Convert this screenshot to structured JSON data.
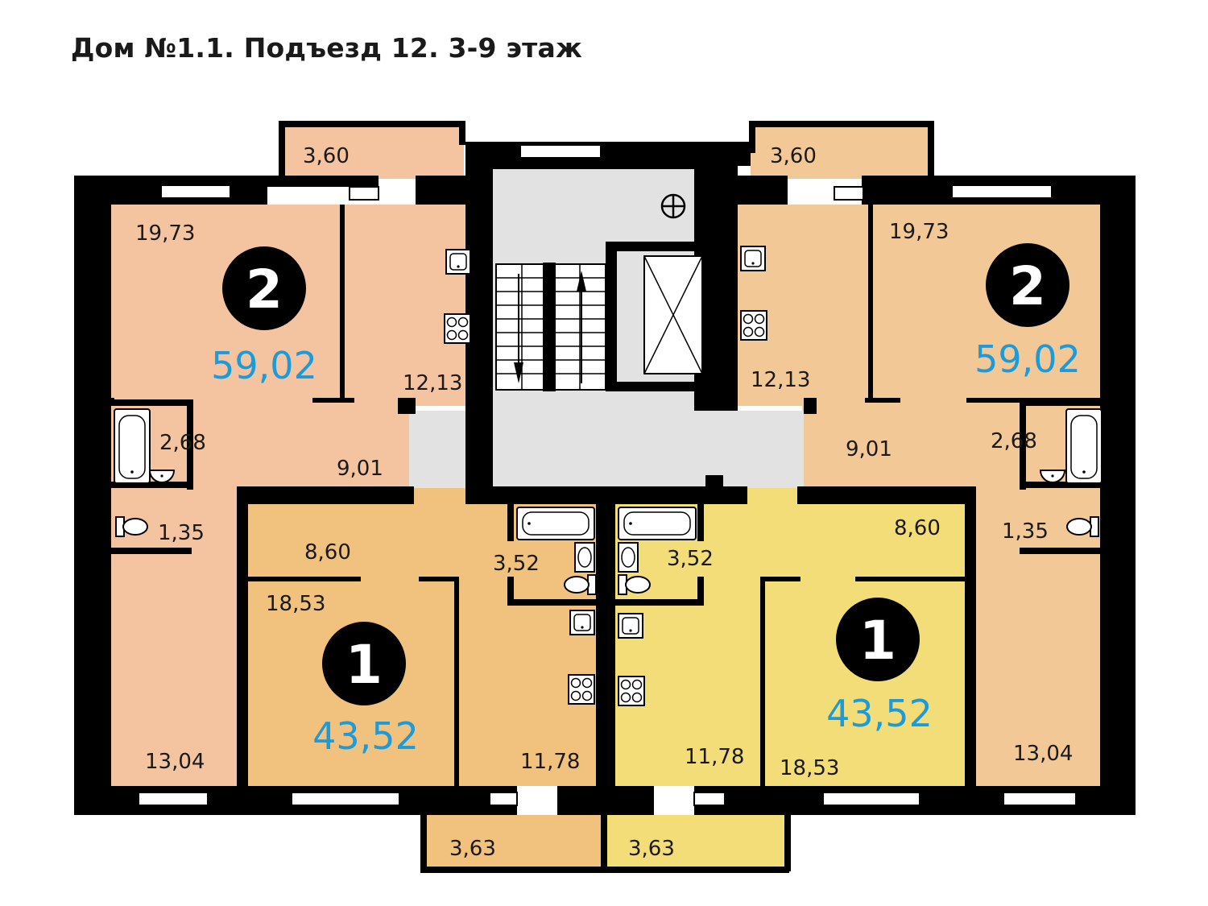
{
  "title": "Дом №1.1. Подъезд 12. 3-9 этаж",
  "colors": {
    "apt_left_2": "#f4c4a1",
    "apt_left_1": "#f0c27d",
    "apt_right_1": "#f3dd79",
    "apt_right_2": "#f2c896",
    "common": "#e2e2e2",
    "wall": "#000000",
    "total_area": "#1d9ad8"
  },
  "apartments": [
    {
      "id": "left-2",
      "rooms": "2",
      "total": "59,02",
      "areas": {
        "balcony": "3,60",
        "room": "19,73",
        "kitchen": "12,13",
        "bath": "2,68",
        "hall": "9,01",
        "wc": "1,35",
        "room2": "13,04"
      }
    },
    {
      "id": "left-1",
      "rooms": "1",
      "total": "43,52",
      "areas": {
        "hall": "8,60",
        "room": "18,53",
        "bath": "3,52",
        "kitchen": "11,78",
        "balcony": "3,63"
      }
    },
    {
      "id": "right-1",
      "rooms": "1",
      "total": "43,52",
      "areas": {
        "hall": "8,60",
        "bath": "3,52",
        "kitchen": "11,78",
        "room": "18,53",
        "balcony": "3,63"
      }
    },
    {
      "id": "right-2",
      "rooms": "2",
      "total": "59,02",
      "areas": {
        "balcony": "3,60",
        "room": "19,73",
        "kitchen": "12,13",
        "bath": "2,68",
        "hall": "9,01",
        "wc": "1,35",
        "room2": "13,04"
      }
    }
  ],
  "icons": [
    "sink-icon",
    "stove-icon",
    "bathtub-icon",
    "toilet-icon",
    "stair-arrow-icon",
    "elevator-icon",
    "riser-icon",
    "window-icon"
  ]
}
